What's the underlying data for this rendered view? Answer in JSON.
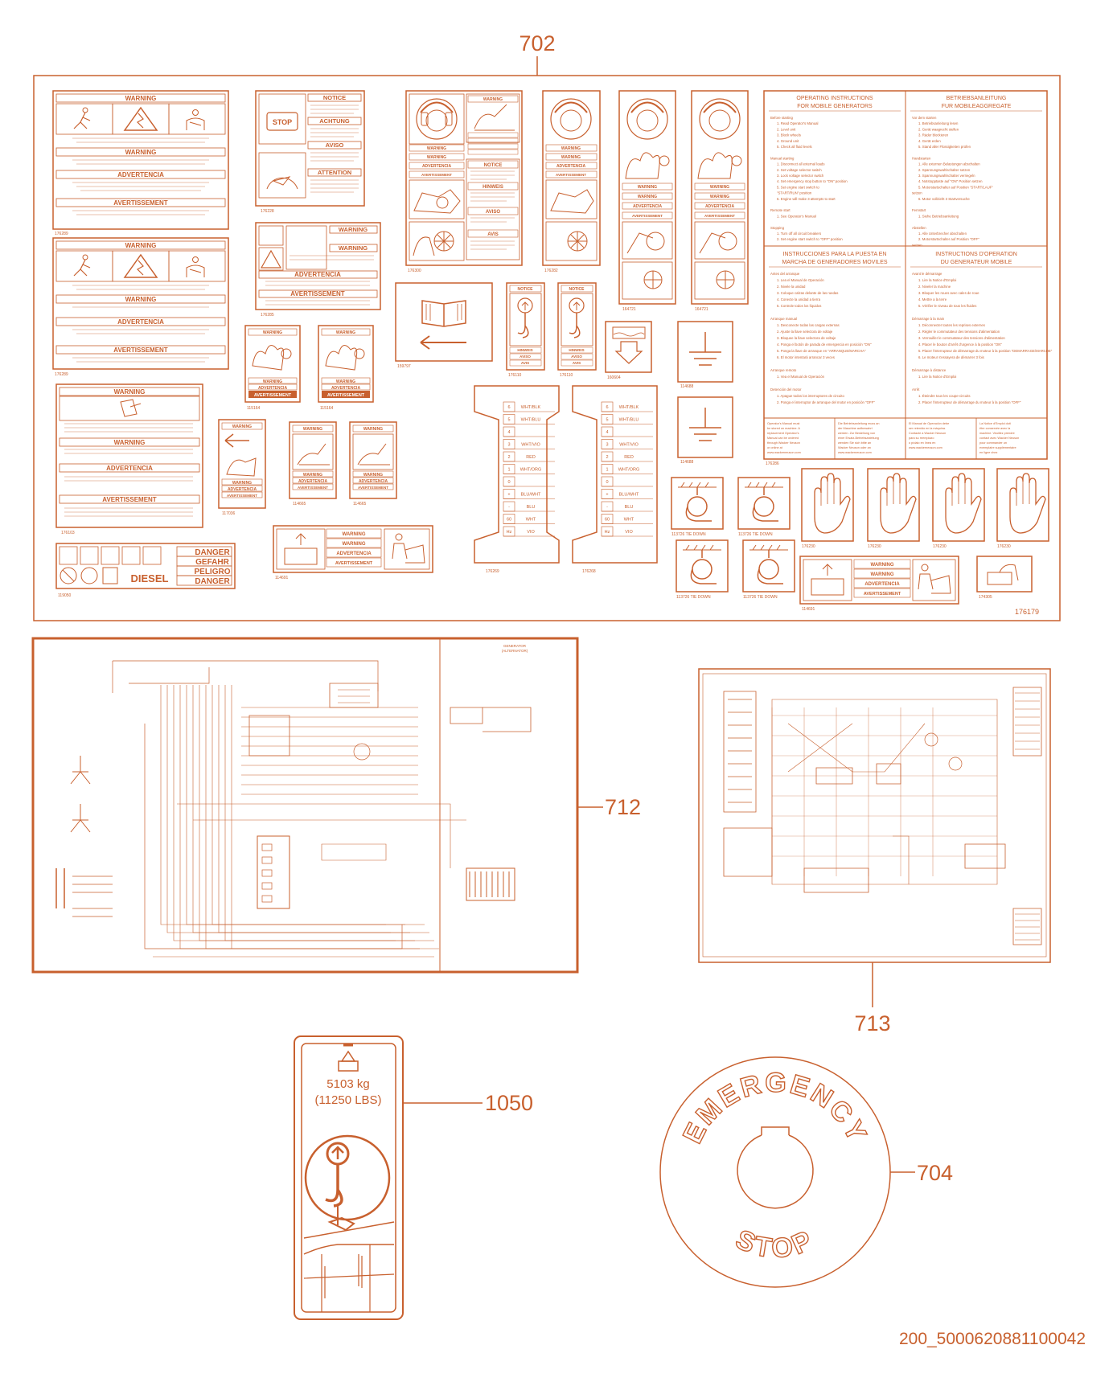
{
  "colors": {
    "accent": "#c8602e"
  },
  "callouts": {
    "c702": "702",
    "c712": "712",
    "c713": "713",
    "c1050": "1050",
    "c704": "704"
  },
  "sheet702": {
    "sheet_number": "176179",
    "label_warning": "WARNING",
    "label_advertencia": "ADVERTENCIA",
    "label_avertissement": "AVERTISSEMENT",
    "label_notice": "NOTICE",
    "label_achtung": "ACHTUNG",
    "label_aviso": "AVISO",
    "label_attention": "ATTENTION",
    "label_hinweis": "HINWEIS",
    "label_avis": "AVIS",
    "label_stop": "STOP",
    "label_diesel": "DIESEL",
    "danger": [
      "DANGER",
      "GEFAHR",
      "PELIGRO",
      "DANGER"
    ],
    "part_numbers": {
      "p1": "176289",
      "p2": "176289",
      "p3": "176103",
      "p4": "119050",
      "p5": "176228",
      "p6": "176285",
      "p7": "115164",
      "p8": "115164",
      "p9": "117036",
      "p10": "114665",
      "p11": "114665",
      "p12": "114691",
      "p13": "176300",
      "p14": "176282",
      "p15": "164721",
      "p16": "164721",
      "p17": "159797",
      "p18": "176110",
      "p19": "176110",
      "p20": "160604",
      "p21": "114688",
      "p22": "114688",
      "p23": "176269",
      "p24": "176268",
      "p25": "176286",
      "p26": "114691",
      "p27": "174305"
    },
    "tie_down": "113726 TIE DOWN",
    "hand_part": "176230",
    "instructions": {
      "en_title_1": "OPERATING INSTRUCTIONS",
      "en_title_2": "FOR MOBILE GENERATORS",
      "de_title_1": "BETRIEBSANLEITUNG",
      "de_title_2": "FUR MOBILEAGGREGATE",
      "es_title_1": "INSTRUCCIONES PARA LA PUESTA EN",
      "es_title_2": "MARCHA DE GENERADORES MOVILES",
      "fr_title_1": "INSTRUCTIONS D'OPERATION",
      "fr_title_2": "DU GENERATEUR MOBILE",
      "en_lines": [
        "Before starting",
        "1. Read Operator's Manual",
        "2. Level unit",
        "3. Block wheels",
        "4. Ground unit",
        "5. Check all fluid levels",
        "",
        "Manual starting",
        "1. Disconnect all external loads",
        "2. Set voltage selector switch",
        "3. Lock voltage selector switch",
        "4. Set emergency stop button to \"ON\" position",
        "5. Set engine start switch to",
        "\"START/RUN\" position",
        "6. Engine will make 3 attempts to start",
        "",
        "Remote start",
        "1. See Operator's Manual",
        "",
        "Stopping",
        "1. Turn off all circuit breakers",
        "2. Set engine start switch to \"OFF\" position"
      ],
      "de_lines": [
        "Vor dem starten",
        "1. Betriebsanleitung lesen",
        "2. Gerät waagrecht stellen",
        "3. Räder blockieren",
        "4. Gerät erden",
        "5. Stand aller Flüssigkeiten prüfen",
        "",
        "Handstarten",
        "1. Alle externen Belastungen abschalten",
        "2. Spannungswahlschalter setzen",
        "3. Spannungswahlschalter verriegeln",
        "4. Notstopptaste auf \"ON\" Position setzen",
        "5. Motorstartschalter auf Position \"START/LAUF\"",
        "setzen",
        "6. Motor vollzieht 3 Startversuche",
        "",
        "Fernstart",
        "1. Siehe Betriebsanleitung",
        "",
        "Abstellen",
        "1. Alle Unterbrecher abschalten",
        "2. Motorstartschalter auf Position \"OFF\"",
        "setzen"
      ],
      "es_lines": [
        "Antes del arranque",
        "1. Lea el Manual de Operación",
        "2. Nivele la unidad",
        "3. Coloque calzas delante de las ruedas",
        "4. Conecte la unidad a tierra",
        "5. Controle todos los líquidos",
        "",
        "Arranque manual",
        "1. Desconecte todas las cargas externas",
        "2. Ajuste la llave selectora de voltaje",
        "3. Bloquee la llave selectora de voltaje",
        "4. Ponga el botón de parada de emergencia en posición \"ON\"",
        "5. Ponga la llave de arranque en \"ARRANQUE/MARCHA\"",
        "6. El motor intentará arrancar 3 veces",
        "",
        "Arranque remoto",
        "1. Vea el Manual de Operación",
        "",
        "Detención del motor",
        "1. Apague todos los interruptores de circuito",
        "2. Ponga el interruptor de arranque del motor en posición \"OFF\""
      ],
      "fr_lines": [
        "Avant le démarrage",
        "1. Lire la Notice d'Emploi",
        "2. Niveler la machine",
        "3. Bloquer les roues avec cales de roue",
        "4. Mettre a la terre",
        "5. Vérifier le niveau de tous les fluides",
        "",
        "Démarrage à la main",
        "1. Déconnecter toutes les reprises externes",
        "2. Régler le commutateur des tensions d'alimentation",
        "3. Verrouiller le commutateur des tensions d'alimentation",
        "4. Placer le bouton d'arrêt d'urgence à la position \"ON\"",
        "5. Placer l'interrupteur de démarrage du moteur à la position \"DEMARRAGE/MARCHE\"",
        "6. Le moteur s'essayera de démarrer 3 fois",
        "",
        "Démarrage à distance",
        "1. Lire la Notice d'Emploi",
        "",
        "Arrêt",
        "1. Éteindre tous les coupe-circuits",
        "2. Placer l'interrupteur de démarrage du moteur à la position \"OFF\""
      ],
      "footer_en": [
        "Operator's Manual must",
        "be stored on machine. A",
        "replacement Operator's",
        "Manual can be ordered",
        "through Wacker Neuson",
        "or online at",
        "www.wackerneuson.com"
      ],
      "footer_de": [
        "Die Betriebsanleitung muss an",
        "der Maschine aufbewahrt",
        "werden. Zur Bestellung von",
        "einer Ersatz-Betriebsanleitung",
        "wenden Sie sich bitte an",
        "Wacker Neuson oder an",
        "www.wackerneuson.com"
      ],
      "footer_es": [
        "El Manual de Operación debe",
        "ser retenido en la máquina.",
        "Contacte a Wacker Neuson",
        "para su reemplazo",
        "o pídalo en línea en",
        "www.wackerneuson.com"
      ],
      "footer_fr": [
        "La Notice d'Emploi doit",
        "être conservée avec la",
        "machine. Veuillez prendre",
        "contact avec Wacker Neuson",
        "pour commander un",
        "exemplaire supplémentaire",
        "en ligne chez"
      ]
    },
    "wire_labels": [
      "WHT/BLK",
      "WHT/BLU",
      "",
      "WHT/VIO",
      "RED",
      "WHT/ORG",
      "",
      "BLU/WHT",
      "BLU",
      "WHT",
      "VIO"
    ],
    "wire_numbers": [
      "6",
      "5",
      "4",
      "3",
      "2",
      "1",
      "0",
      "+",
      "-",
      "60",
      "Hz"
    ]
  },
  "decal1050": {
    "weight_kg": "5103 kg",
    "weight_lbs": "(11250 LBS)"
  },
  "decal704": {
    "top_text": "EMERGENCY",
    "bottom_text": "STOP"
  },
  "diagram712": {
    "label_generator": "GENERATOR",
    "label_alternator": "(ALTERNATOR)"
  },
  "doc_code": "200_5000620881100042"
}
